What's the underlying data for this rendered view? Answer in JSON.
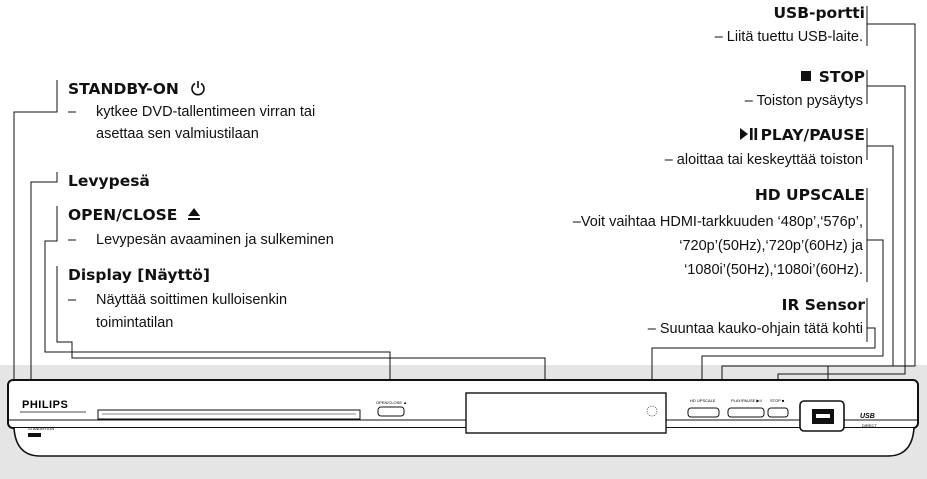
{
  "left_labels": [
    {
      "id": "standby",
      "title": "STANDBY-ON",
      "dash": "–",
      "desc": [
        "kytkee DVD-tallentimeen virran tai",
        "asettaa sen valmiustilaan"
      ]
    },
    {
      "id": "tray",
      "title": "Levypesä"
    },
    {
      "id": "openclose",
      "title": "OPEN/CLOSE",
      "dash": "–",
      "desc": [
        "Levypesän avaaminen ja sulkeminen"
      ]
    },
    {
      "id": "display",
      "title": "Display [Näyttö]",
      "dash": "–",
      "desc": [
        "Näyttää soittimen kulloisenkin",
        "toimintatilan"
      ]
    }
  ],
  "right_labels": [
    {
      "id": "usb",
      "title": "USB-portti",
      "desc": [
        "– Liitä tuettu USB-laite."
      ]
    },
    {
      "id": "stop",
      "title": "STOP",
      "desc": [
        "– Toiston pysäytys"
      ]
    },
    {
      "id": "playpause",
      "title": "PLAY/PAUSE",
      "desc": [
        "– aloittaa tai keskeyttää toiston"
      ]
    },
    {
      "id": "hdupscale",
      "title": "HD UPSCALE",
      "desc": [
        "–Voit vaihtaa HDMI-tarkkuuden ‘480p’,‘576p’,",
        "‘720p’(50Hz),‘720p’(60Hz) ja",
        "‘1080i’(50Hz),‘1080i’(60Hz)."
      ]
    },
    {
      "id": "irsensor",
      "title": "IR Sensor",
      "desc": [
        "– Suuntaa kauko-ohjain tätä kohti"
      ]
    }
  ],
  "device": {
    "brand": "PHILIPS",
    "standby_label": "STANDBY•ON",
    "openclose_label": "OPEN/CLOSE ▲",
    "hdupscale_label": "HD UPSCALE",
    "playpause_label": "PLAY/PAUSE ▶II",
    "stop_label": "STOP ■",
    "usb_logo": "USB",
    "usb_direct": "DIRECT"
  }
}
